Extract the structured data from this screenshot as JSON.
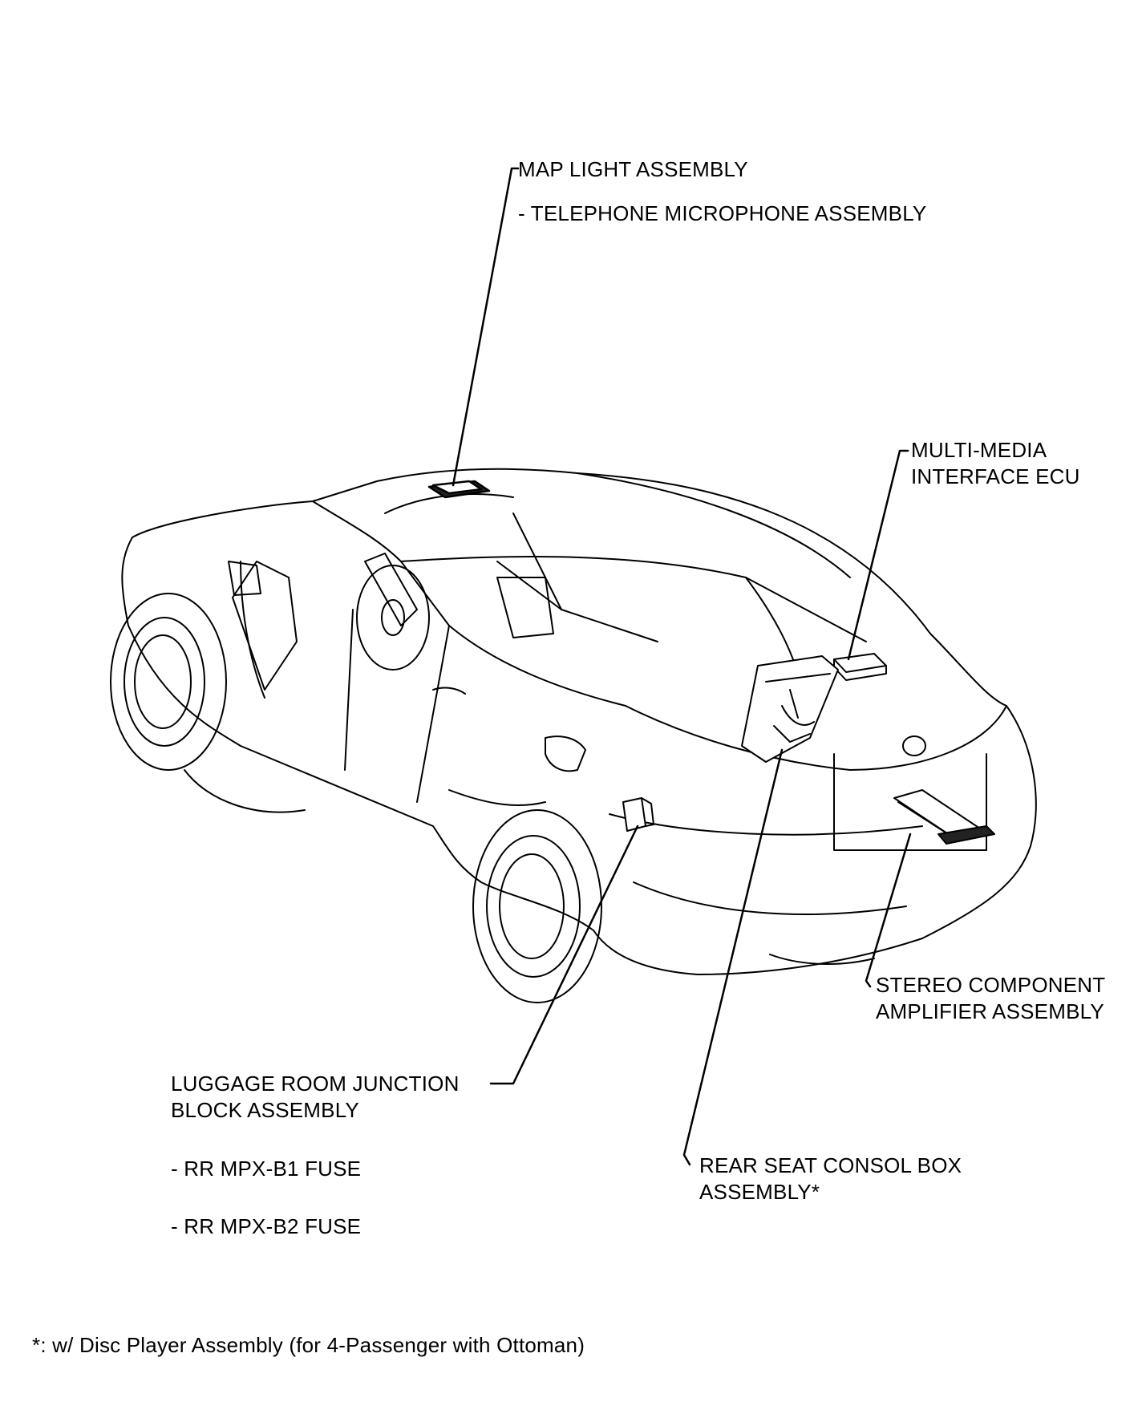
{
  "callouts": {
    "map_light": {
      "title": "MAP LIGHT ASSEMBLY",
      "sub": "- TELEPHONE MICROPHONE ASSEMBLY"
    },
    "mmi_ecu": {
      "line1": "MULTI-MEDIA",
      "line2": "INTERFACE ECU"
    },
    "stereo_amp": {
      "line1": "STEREO COMPONENT",
      "line2": "AMPLIFIER ASSEMBLY"
    },
    "luggage_jb": {
      "line1": "LUGGAGE ROOM JUNCTION",
      "line2": "BLOCK ASSEMBLY",
      "fuse1": "- RR MPX-B1 FUSE",
      "fuse2": "- RR MPX-B2 FUSE"
    },
    "rear_console": {
      "line1": "REAR SEAT CONSOL BOX",
      "line2": "ASSEMBLY*"
    }
  },
  "footnote": "*: w/ Disc Player Assembly (for 4-Passenger with Ottoman)"
}
